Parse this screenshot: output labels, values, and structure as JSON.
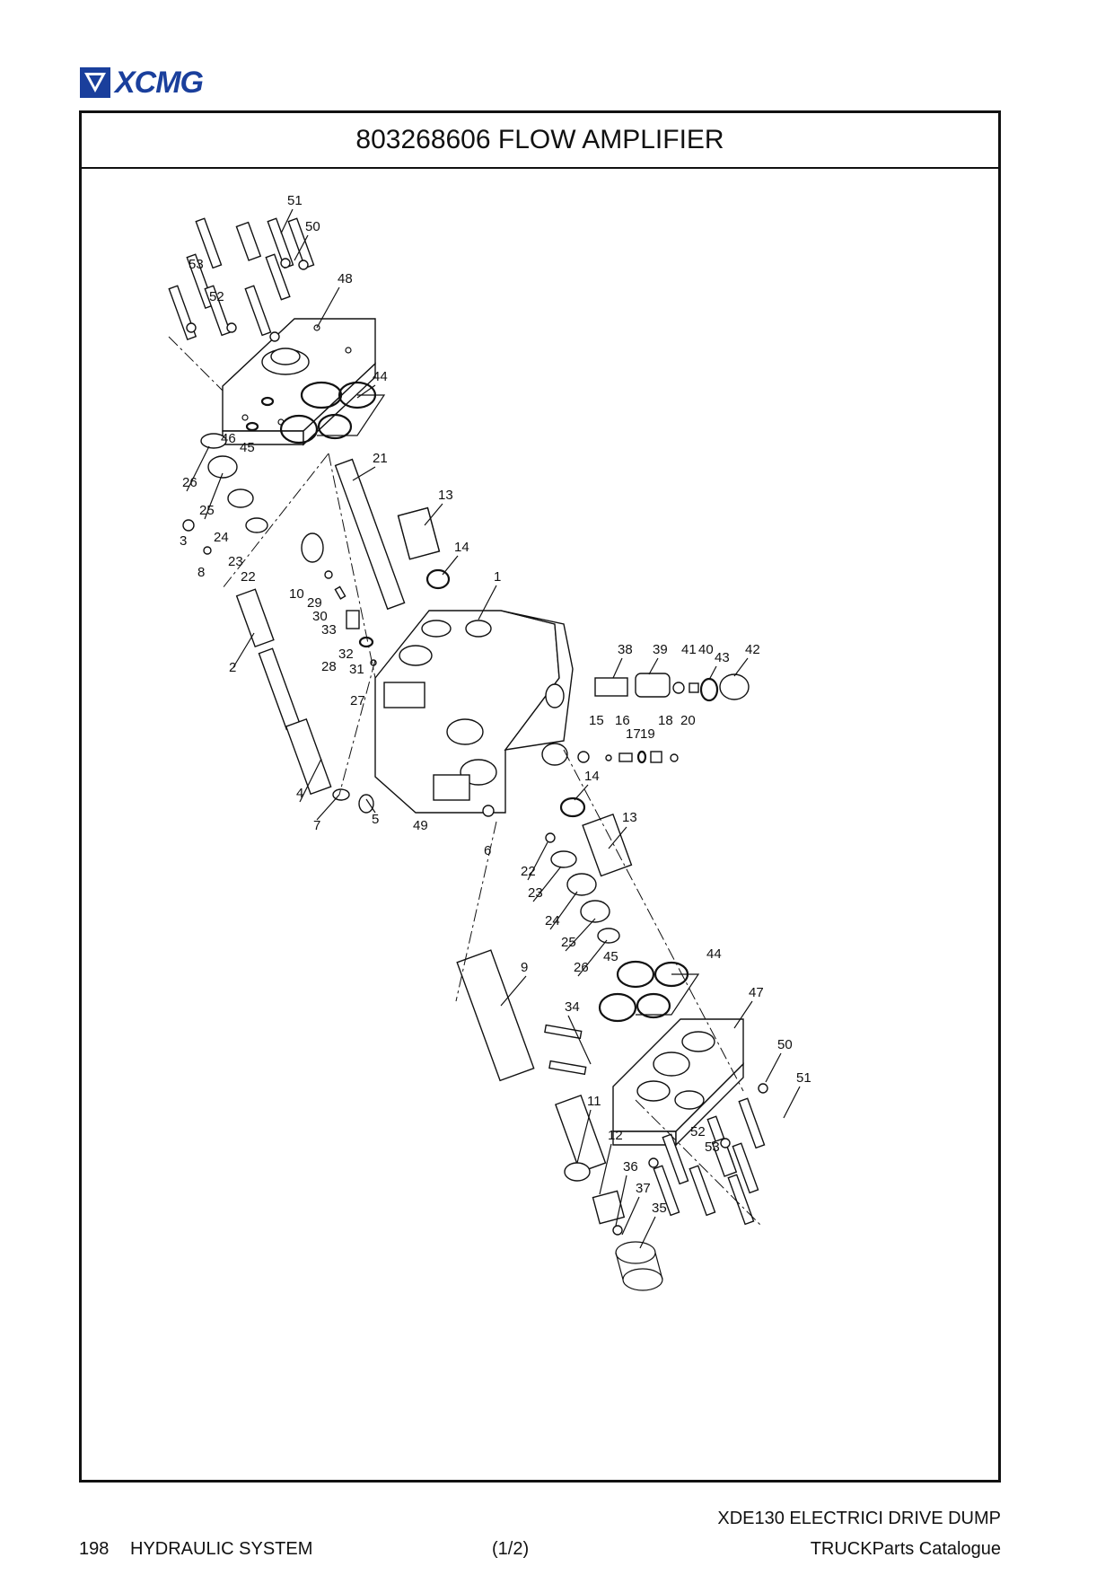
{
  "header": {
    "logo_text": "XCMG",
    "brand_color": "#1a3f9c"
  },
  "title": "803268606 FLOW AMPLIFIER",
  "callouts": [
    {
      "id": "c51a",
      "text": "51"
    },
    {
      "id": "c50a",
      "text": "50"
    },
    {
      "id": "c53a",
      "text": "53"
    },
    {
      "id": "c48",
      "text": "48"
    },
    {
      "id": "c52a",
      "text": "52"
    },
    {
      "id": "c44a",
      "text": "44"
    },
    {
      "id": "c46",
      "text": "46"
    },
    {
      "id": "c45a",
      "text": "45"
    },
    {
      "id": "c26a",
      "text": "26"
    },
    {
      "id": "c21",
      "text": "21"
    },
    {
      "id": "c25a",
      "text": "25"
    },
    {
      "id": "c13a",
      "text": "13"
    },
    {
      "id": "c3",
      "text": "3"
    },
    {
      "id": "c24a",
      "text": "24"
    },
    {
      "id": "c8",
      "text": "8"
    },
    {
      "id": "c23a",
      "text": "23"
    },
    {
      "id": "c22a",
      "text": "22"
    },
    {
      "id": "c14a",
      "text": "14"
    },
    {
      "id": "c10",
      "text": "10"
    },
    {
      "id": "c29",
      "text": "29"
    },
    {
      "id": "c1",
      "text": "1"
    },
    {
      "id": "c30",
      "text": "30"
    },
    {
      "id": "c33",
      "text": "33"
    },
    {
      "id": "c32",
      "text": "32"
    },
    {
      "id": "c2",
      "text": "2"
    },
    {
      "id": "c28",
      "text": "28"
    },
    {
      "id": "c31",
      "text": "31"
    },
    {
      "id": "c38",
      "text": "38"
    },
    {
      "id": "c39",
      "text": "39"
    },
    {
      "id": "c41",
      "text": "41"
    },
    {
      "id": "c40",
      "text": "40"
    },
    {
      "id": "c43",
      "text": "43"
    },
    {
      "id": "c42",
      "text": "42"
    },
    {
      "id": "c27",
      "text": "27"
    },
    {
      "id": "c15",
      "text": "15"
    },
    {
      "id": "c16",
      "text": "16"
    },
    {
      "id": "c18",
      "text": "18"
    },
    {
      "id": "c20",
      "text": "20"
    },
    {
      "id": "c17",
      "text": "17"
    },
    {
      "id": "c19",
      "text": "19"
    },
    {
      "id": "c14b",
      "text": "14"
    },
    {
      "id": "c4",
      "text": "4"
    },
    {
      "id": "c13b",
      "text": "13"
    },
    {
      "id": "c5",
      "text": "5"
    },
    {
      "id": "c7",
      "text": "7"
    },
    {
      "id": "c49",
      "text": "49"
    },
    {
      "id": "c6",
      "text": "6"
    },
    {
      "id": "c22b",
      "text": "22"
    },
    {
      "id": "c23b",
      "text": "23"
    },
    {
      "id": "c24b",
      "text": "24"
    },
    {
      "id": "c25b",
      "text": "25"
    },
    {
      "id": "c45b",
      "text": "45"
    },
    {
      "id": "c44b",
      "text": "44"
    },
    {
      "id": "c9",
      "text": "9"
    },
    {
      "id": "c26b",
      "text": "26"
    },
    {
      "id": "c47",
      "text": "47"
    },
    {
      "id": "c34",
      "text": "34"
    },
    {
      "id": "c50b",
      "text": "50"
    },
    {
      "id": "c51b",
      "text": "51"
    },
    {
      "id": "c11",
      "text": "11"
    },
    {
      "id": "c12",
      "text": "12"
    },
    {
      "id": "c52b",
      "text": "52"
    },
    {
      "id": "c53b",
      "text": "53"
    },
    {
      "id": "c36",
      "text": "36"
    },
    {
      "id": "c37",
      "text": "37"
    },
    {
      "id": "c35",
      "text": "35"
    }
  ],
  "footer": {
    "page_number": "198",
    "section": "HYDRAULIC SYSTEM",
    "page_of": "(1/2)",
    "model_line": "XDE130 ELECTRICI DRIVE DUMP",
    "catalogue_line": "TRUCKParts Catalogue"
  }
}
